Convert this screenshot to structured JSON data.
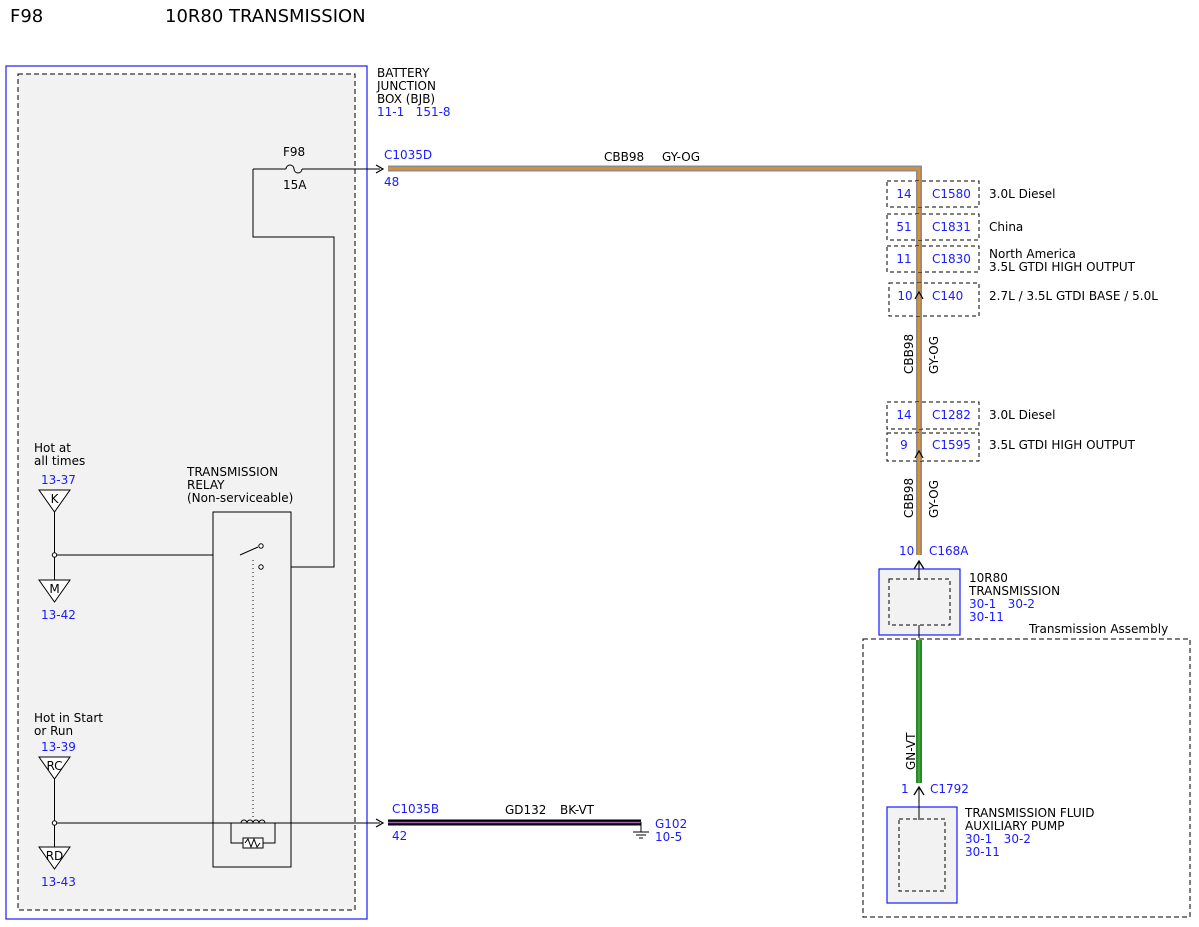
{
  "header": {
    "code": "F98",
    "title": "10R80 TRANSMISSION"
  },
  "colors": {
    "connector_blue": "#1a1aff",
    "wire_gy_og": [
      "#8c8c8c",
      "#e0902a"
    ],
    "wire_gn_vt": [
      "#2a8a2a",
      "#a060c0"
    ],
    "wire_bk_vt": [
      "#000000",
      "#a060c0"
    ],
    "box_fill": "#f2f2f2"
  },
  "bjb": {
    "name_1": "BATTERY",
    "name_2": "JUNCTION",
    "name_3": "BOX (BJB)",
    "ref": "11-1   151-8"
  },
  "fuse": {
    "name": "F98",
    "rating": "15A"
  },
  "connectors": {
    "c1035d": {
      "name": "C1035D",
      "pin": "48"
    },
    "c1035b": {
      "name": "C1035B",
      "pin": "42"
    },
    "c168a": {
      "name": "C168A",
      "pin": "10"
    },
    "c1792": {
      "name": "C1792",
      "pin": "1"
    }
  },
  "wires": {
    "top": {
      "circuit": "CBB98",
      "color": "GY-OG"
    },
    "mid1": {
      "circuit": "CBB98",
      "color": "GY-OG"
    },
    "mid2": {
      "circuit": "CBB98",
      "color": "GY-OG"
    },
    "pump": {
      "color": "GN-VT"
    },
    "ground": {
      "circuit": "GD132",
      "color": "BK-VT"
    }
  },
  "inline_group_1": [
    {
      "pin": "14",
      "connector": "C1580",
      "note": "3.0L Diesel",
      "note2": ""
    },
    {
      "pin": "51",
      "connector": "C1831",
      "note": "China",
      "note2": ""
    },
    {
      "pin": "11",
      "connector": "C1830",
      "note": "North America",
      "note2": "3.5L GTDI HIGH OUTPUT"
    },
    {
      "pin": "10",
      "connector": "C140",
      "note": "2.7L / 3.5L GTDI BASE / 5.0L",
      "note2": ""
    }
  ],
  "inline_group_2": [
    {
      "pin": "14",
      "connector": "C1282",
      "note": "3.0L Diesel"
    },
    {
      "pin": "9",
      "connector": "C1595",
      "note": "3.5L GTDI HIGH OUTPUT"
    }
  ],
  "relay": {
    "line1": "TRANSMISSION",
    "line2": "RELAY",
    "line3": "(Non-serviceable)"
  },
  "hot_always": {
    "label1": "Hot at",
    "label2": "all times",
    "ref_top": "13-37",
    "letter_top": "K",
    "letter_bottom": "M",
    "ref_bottom": "13-42"
  },
  "hot_run": {
    "label1": "Hot in Start",
    "label2": "or Run",
    "ref_top": "13-39",
    "letter_top": "RC",
    "letter_bottom": "RD",
    "ref_bottom": "13-43"
  },
  "transmission": {
    "name1": "10R80",
    "name2": "TRANSMISSION",
    "ref1": "30-1   30-2",
    "ref2": "30-11"
  },
  "assembly": {
    "label": "Transmission Assembly"
  },
  "pump": {
    "name1": "TRANSMISSION FLUID",
    "name2": "AUXILIARY PUMP",
    "ref1": "30-1   30-2",
    "ref2": "30-11"
  },
  "ground": {
    "name": "G102",
    "ref": "10-5"
  }
}
